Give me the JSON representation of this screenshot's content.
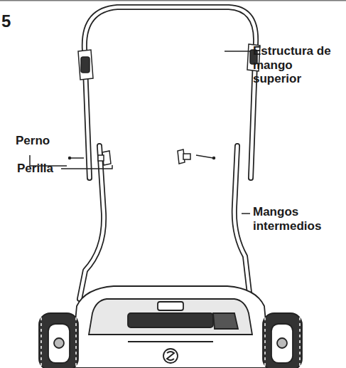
{
  "diagram": {
    "labels": [
      "5",
      "Perilla",
      "Perno",
      "Estructura de mango superior",
      "Mangos intermedios"
    ]
  }
}
